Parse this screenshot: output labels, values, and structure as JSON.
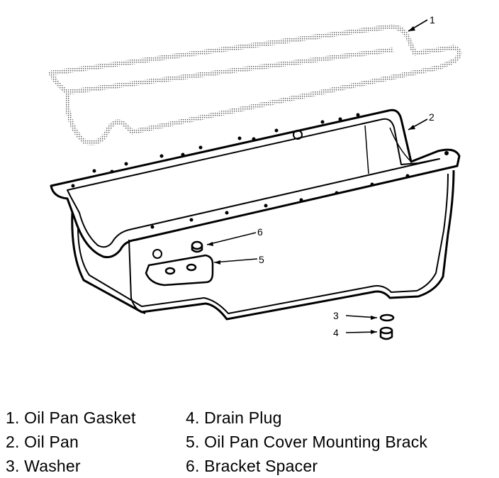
{
  "callouts": [
    "1",
    "2",
    "3",
    "4",
    "5",
    "6"
  ],
  "legend": {
    "left": [
      "1. Oil Pan Gasket",
      "2. Oil Pan",
      "3. Washer"
    ],
    "right": [
      "4. Drain Plug",
      "5. Oil Pan Cover Mounting Brack",
      "6. Bracket Spacer"
    ]
  }
}
